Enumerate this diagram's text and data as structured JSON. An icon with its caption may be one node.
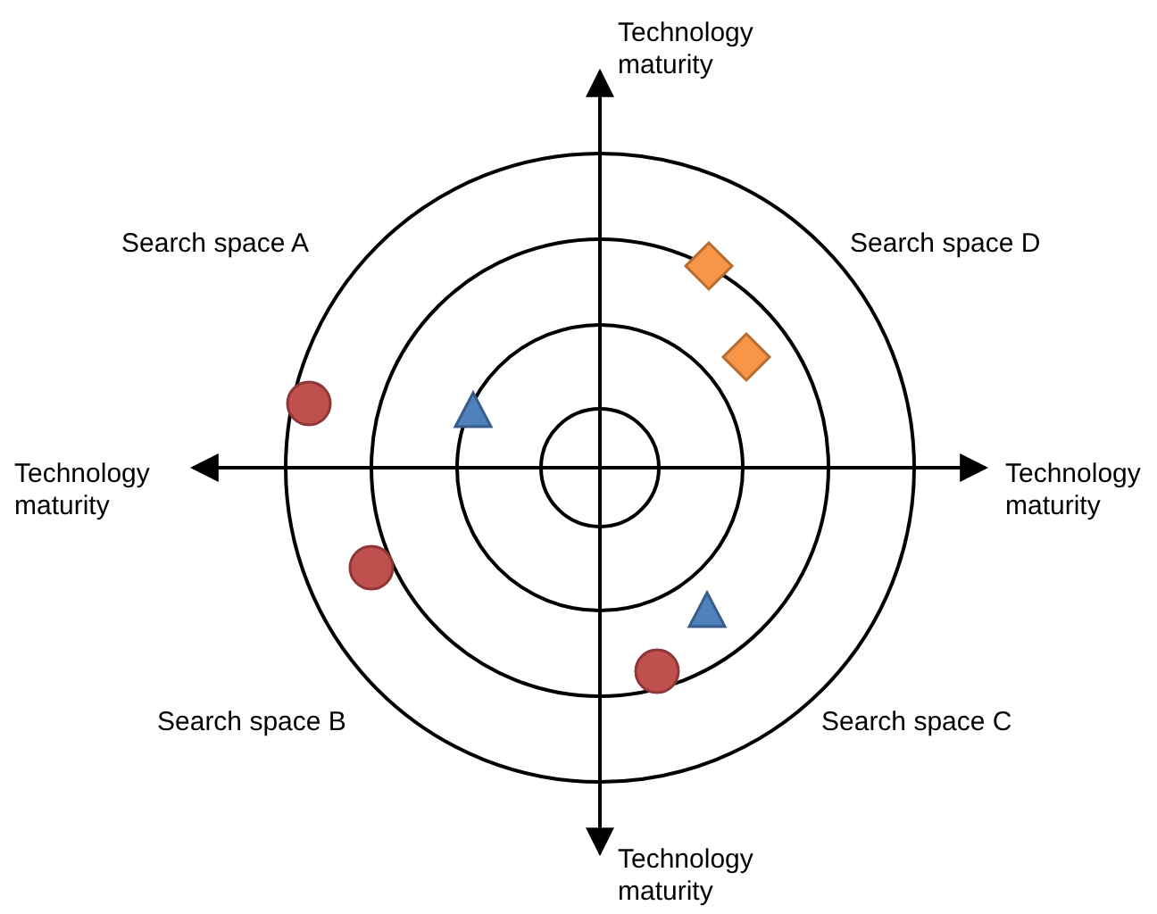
{
  "diagram": {
    "labels": [
      "Technology maturity",
      "Search space A",
      "Search space D",
      "Technology maturity",
      "Technology maturity",
      "Search space B",
      "Search space C",
      "Technology maturity"
    ]
  }
}
